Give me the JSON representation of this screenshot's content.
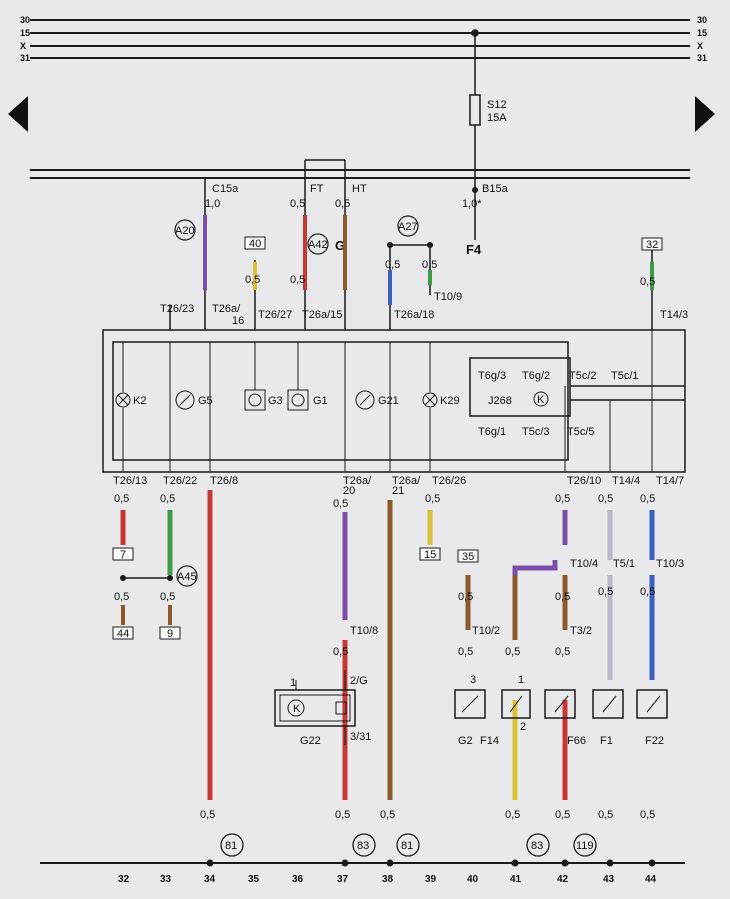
{
  "bus": [
    "30",
    "15",
    "X",
    "31"
  ],
  "fuse": {
    "name": "S12",
    "rating": "15A"
  },
  "connectors": {
    "c15a": "C15a",
    "ft": "FT",
    "ht": "HT",
    "b15a": "B15a",
    "f4": "F4",
    "a20": "A20",
    "a42": "A42",
    "g": "G",
    "a27": "A27",
    "a45": "A45",
    "t26_23": "T26/23",
    "t26a": "T26a/",
    "t26a_16": "16",
    "t26_27": "T26/27",
    "t26a_15": "T26a/15",
    "t26a_18": "T26a/18",
    "t10_9": "T10/9",
    "t14_3": "T14/3",
    "t6g3": "T6g/3",
    "t6g2": "T6g/2",
    "t5c2": "T5c/2",
    "t5c1": "T5c/1",
    "t6g1": "T6g/1",
    "t5c3": "T5c/3",
    "t5c5": "T5c/5",
    "t26_13": "T26/13",
    "t26_22": "T26/22",
    "t26_8": "T26/8",
    "t26a_20a": "T26a/",
    "t26a_20b": "20",
    "t26a_21a": "T26a/",
    "t26a_21b": "21",
    "t26_26": "T26/26",
    "t26_10": "T26/10",
    "t14_4": "T14/4",
    "t14_7": "T14/7",
    "t10_8": "T10/8",
    "t10_4": "T10/4",
    "t5_1": "T5/1",
    "t10_3": "T10/3",
    "t10_2": "T10/2",
    "t3_2": "T3/2"
  },
  "components": {
    "k2": "K2",
    "g5": "G5",
    "g3": "G3",
    "g1": "G1",
    "g21": "G21",
    "k29": "K29",
    "j268": "J268",
    "k": "K",
    "g22": "G22",
    "g2": "G2",
    "f14": "F14",
    "f66": "F66",
    "f1": "F1",
    "f22": "F22"
  },
  "boxes": {
    "b40": "40",
    "b32": "32",
    "b7": "7",
    "b44": "44",
    "b9": "9",
    "b15": "15",
    "b35": "35"
  },
  "wire_sizes": {
    "w10": "1,0",
    "w10star": "1,0*",
    "w05": "0,5"
  },
  "pins": {
    "p1": "1",
    "p2g": "2/G",
    "p331": "3/31",
    "p3": "3",
    "p2": "2"
  },
  "ground_refs": [
    "81",
    "83",
    "81",
    "83",
    "119"
  ],
  "columns": [
    "32",
    "33",
    "34",
    "35",
    "36",
    "37",
    "38",
    "39",
    "40",
    "41",
    "42",
    "43",
    "44"
  ],
  "colors": {
    "background": "#e9e9ec",
    "line": "#1a1a1a",
    "wire_red": "#c83737",
    "wire_brown": "#8b5a2b",
    "wire_yellow": "#d9c23a",
    "wire_violet": "#7a4fa8",
    "wire_blue": "#3a5fbf",
    "wire_green": "#3f9a4a"
  }
}
